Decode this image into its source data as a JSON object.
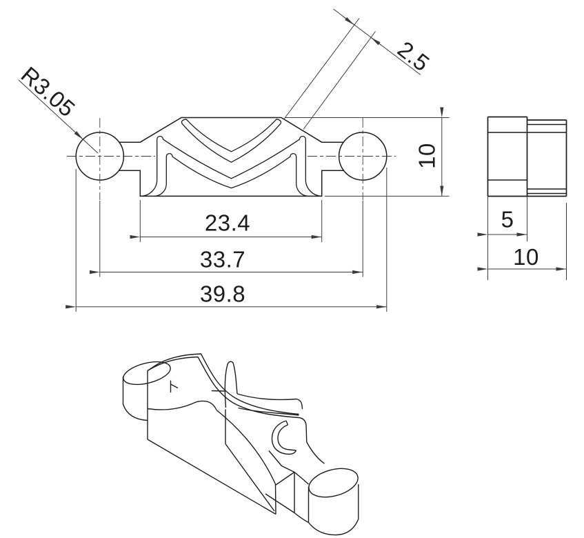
{
  "colors": {
    "background": "#ffffff",
    "line": "#1c1c1c",
    "dimension": "#3a3a3a"
  },
  "front_view": {
    "dimensions": {
      "radius": "R3.05",
      "slot_thickness": "2.5",
      "height": "10",
      "inner_width": "23.4",
      "center_distance": "33.7",
      "overall_width": "39.8"
    }
  },
  "side_view": {
    "dimensions": {
      "left_width": "5",
      "overall_depth": "10"
    }
  }
}
